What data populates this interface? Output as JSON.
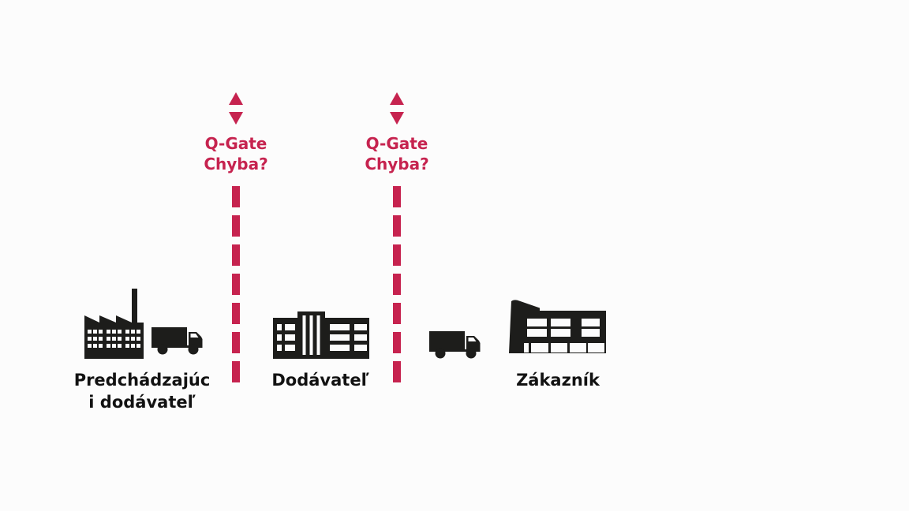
{
  "colors": {
    "background": "#fcfcfc",
    "accent": "#c6234f",
    "ink": "#1d1d1b"
  },
  "qgates": [
    {
      "line1": "Q-Gate",
      "line2": "Chyba?"
    },
    {
      "line1": "Q-Gate",
      "line2": "Chyba?"
    }
  ],
  "nodes": {
    "previous_supplier": {
      "label_line1": "Predchádzajúc",
      "label_line2": "i dodávateľ"
    },
    "supplier": {
      "label": "Dodávateľ"
    },
    "customer": {
      "label": "Zákazník"
    }
  },
  "icons": {
    "previous_supplier": [
      "factory-icon",
      "truck-icon"
    ],
    "supplier": [
      "office-building-icon"
    ],
    "customer": [
      "truck-icon",
      "modern-building-icon"
    ]
  }
}
